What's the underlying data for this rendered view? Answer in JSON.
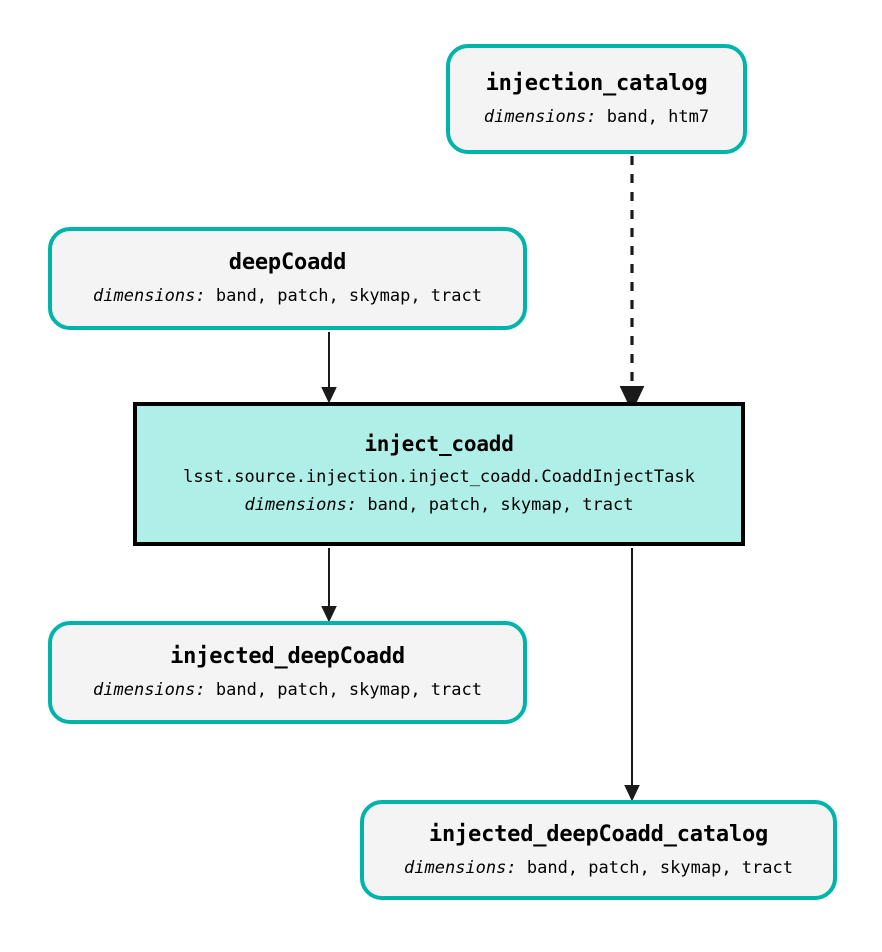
{
  "graph": {
    "dims_label": "dimensions:",
    "nodes": [
      {
        "id": "injection_catalog",
        "kind": "dataset",
        "title": "injection_catalog",
        "dims": "band, htm7"
      },
      {
        "id": "deepCoadd",
        "kind": "dataset",
        "title": "deepCoadd",
        "dims": "band, patch, skymap, tract"
      },
      {
        "id": "inject_coadd",
        "kind": "task",
        "title": "inject_coadd",
        "task_class": "lsst.source.injection.inject_coadd.CoaddInjectTask",
        "dims": "band, patch, skymap, tract"
      },
      {
        "id": "injected_deepCoadd",
        "kind": "dataset",
        "title": "injected_deepCoadd",
        "dims": "band, patch, skymap, tract"
      },
      {
        "id": "injected_deepCoadd_catalog",
        "kind": "dataset",
        "title": "injected_deepCoadd_catalog",
        "dims": "band, patch, skymap, tract"
      }
    ],
    "edges": [
      {
        "id": "edge-injection-catalog-to-inject-coadd",
        "from": "injection_catalog",
        "to": "inject_coadd",
        "style": "dashed"
      },
      {
        "id": "edge-deep-coadd-to-inject-coadd",
        "from": "deepCoadd",
        "to": "inject_coadd",
        "style": "solid"
      },
      {
        "id": "edge-inject-coadd-to-injected-deep-coadd",
        "from": "inject_coadd",
        "to": "injected_deepCoadd",
        "style": "solid"
      },
      {
        "id": "edge-inject-coadd-to-injected-deep-coadd-catalog",
        "from": "inject_coadd",
        "to": "injected_deepCoadd_catalog",
        "style": "solid"
      }
    ]
  },
  "colors": {
    "dataset_border": "#00b3ab",
    "dataset_fill": "#f4f4f4",
    "task_border": "#000000",
    "task_fill": "#b0eee8",
    "edge": "#1a1a1a",
    "text": "#000000",
    "background": "#ffffff"
  }
}
